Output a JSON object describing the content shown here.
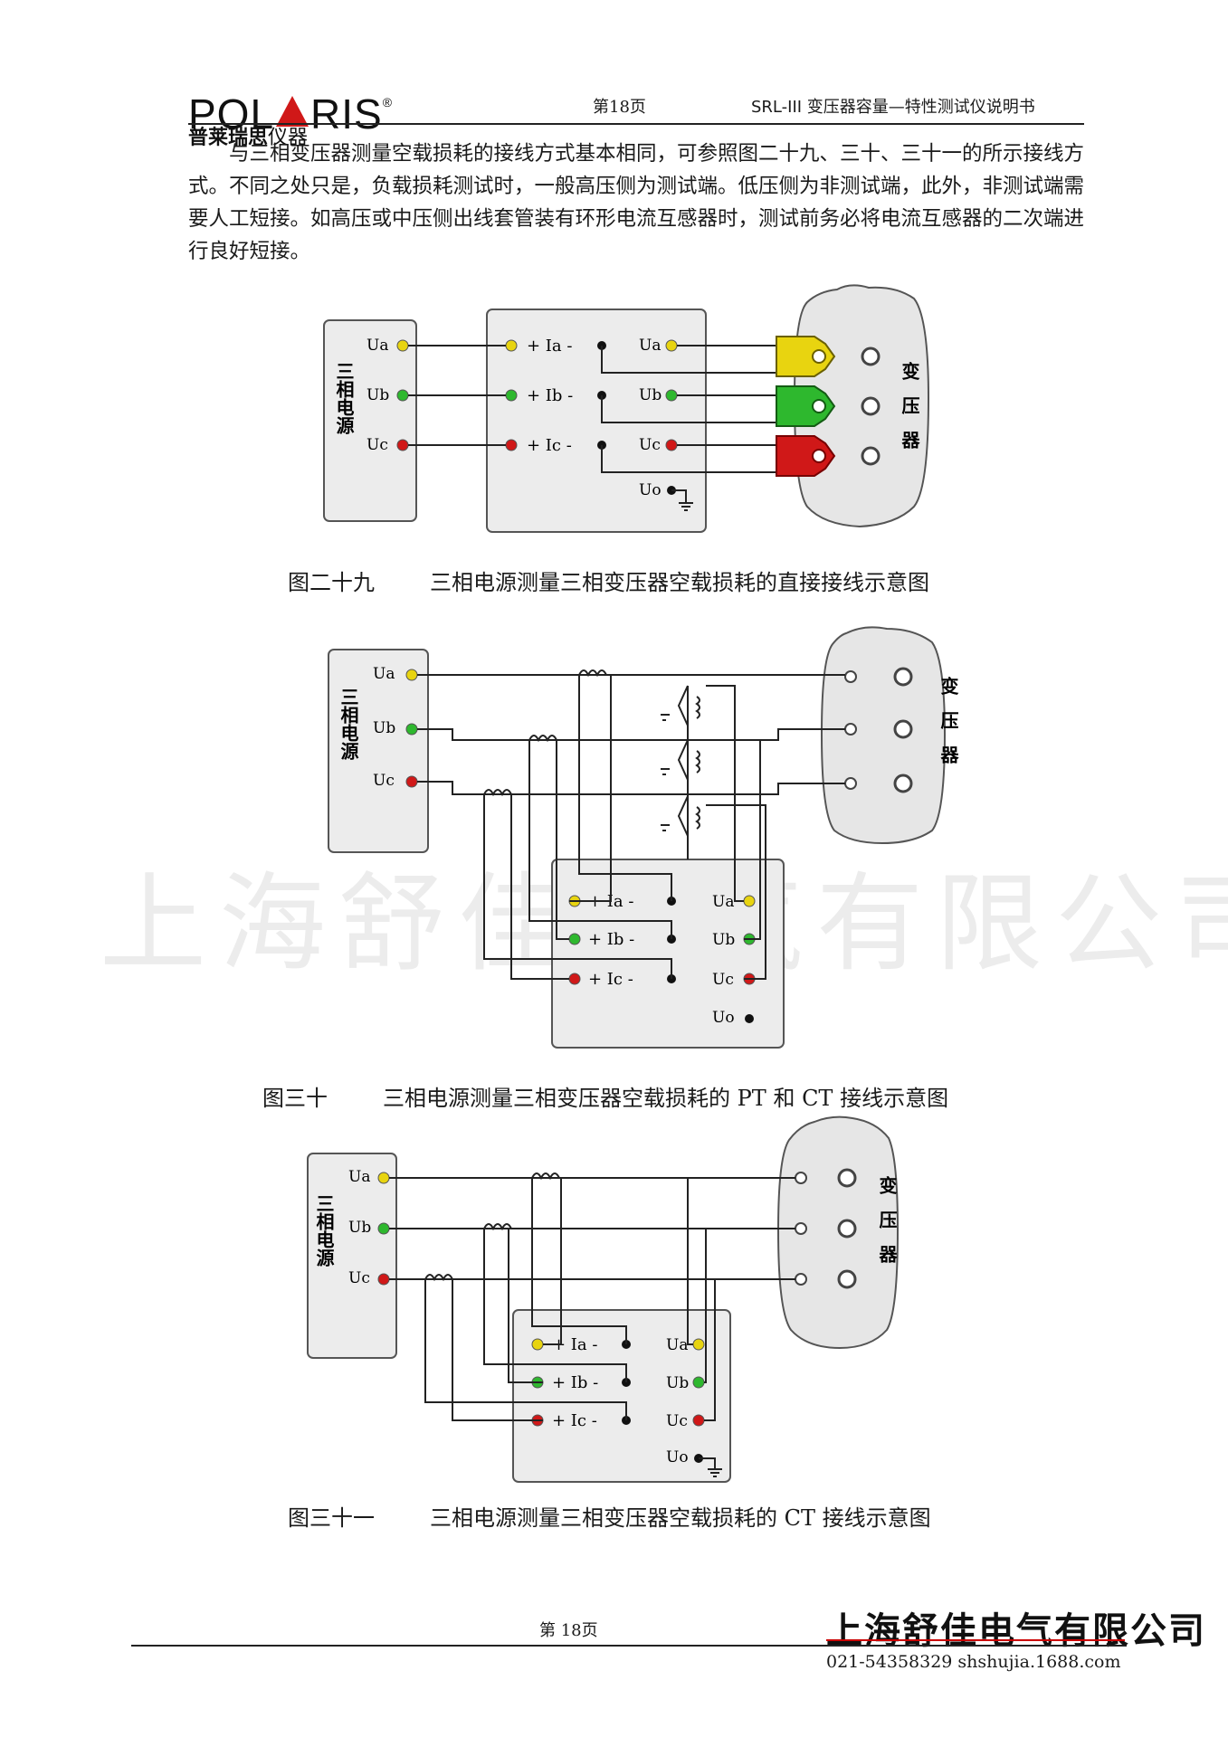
{
  "header": {
    "logo_text_pre": "POL",
    "logo_text_post": "RIS",
    "logo_sub": "普莱瑞思",
    "logo_sub2": "仪器",
    "page": "第18页",
    "title": "SRL-III 变压器容量—特性测试仪说明书"
  },
  "body": {
    "paragraph": "与三相变压器测量空载损耗的接线方式基本相同，可参照图二十九、三十、三十一的所示接线方式。不同之处只是，负载损耗测试时，一般高压侧为测试端。低压侧为非测试端，此外，非测试端需要人工短接。如高压或中压侧出线套管装有环形电流互感器时，测试前务必将电流互感器的二次端进行良好短接。"
  },
  "figures": [
    {
      "caption_num": "图二十九",
      "caption_text": "三相电源测量三相变压器空载损耗的直接接线示意图"
    },
    {
      "caption_num": "图三十",
      "caption_text": "三相电源测量三相变压器空载损耗的 PT 和 CT 接线示意图"
    },
    {
      "caption_num": "图三十一",
      "caption_text": "三相电源测量三相变压器空载损耗的 CT 接线示意图"
    }
  ],
  "diagram_labels": {
    "source_label": "三相电源",
    "transformer_label": "变压器",
    "ua": "Ua",
    "ub": "Ub",
    "uc": "Uc",
    "uo": "Uo",
    "ia": "+ Ia -",
    "ib": "+ Ib -",
    "ic": "+ Ic -"
  },
  "colors": {
    "phase_a": "#e8d410",
    "phase_b": "#2eb82e",
    "phase_c": "#d01818",
    "box_fill": "#ececec",
    "wire": "#222222"
  },
  "watermark": "上海舒佳电气有限公司",
  "footer": {
    "page": "第 18页",
    "company": "上海舒佳电气有限公司",
    "contact": "021-54358329  shshujia.1688.com"
  }
}
